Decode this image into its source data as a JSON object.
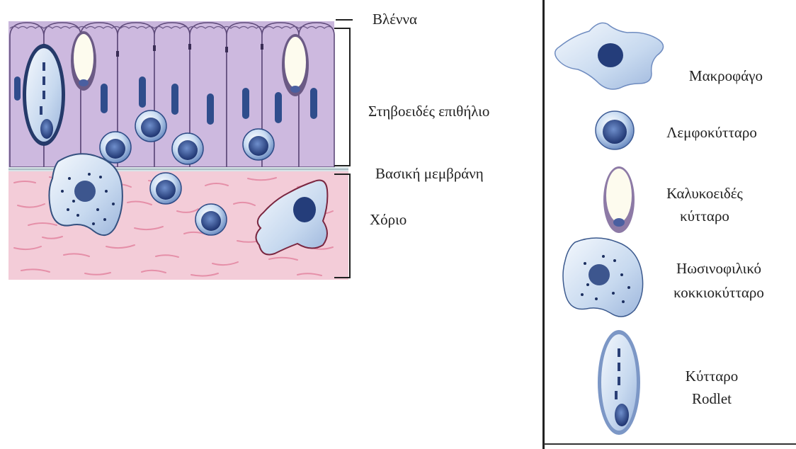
{
  "left_labels": {
    "mucus": "Βλέννα",
    "epithelium": "Στηβοειδές επιθήλιο",
    "basement": "Βασική μεμβράνη",
    "chorion": "Χόριο"
  },
  "legend": {
    "macrophage": "Μακροφάγο",
    "lymphocyte": "Λεμφοκύτταρο",
    "goblet_l1": "Καλυκοειδές",
    "goblet_l2": "κύτταρο",
    "eosinophil_l1": "Ηωσινοφιλικό",
    "eosinophil_l2": "κοκκιοκύτταρο",
    "rodlet_l1": "Κύτταρο",
    "rodlet_l2": "Rodlet"
  },
  "colors": {
    "epithelium": "#c9b4dc",
    "chorion": "#f2c9d6",
    "cell_blue": "#c6d8ee",
    "nucleus": "#2e4c86"
  }
}
